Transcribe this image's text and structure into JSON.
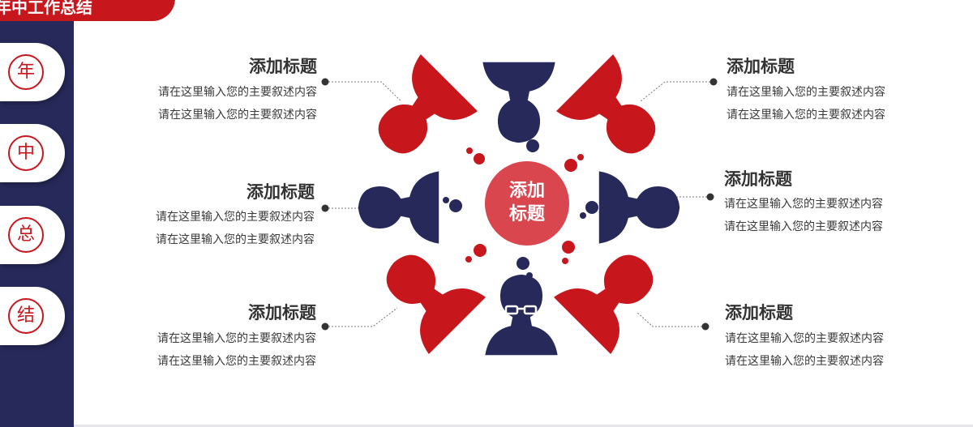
{
  "header": {
    "tab_text": "年中工作总结"
  },
  "sidebar": {
    "items": [
      {
        "label": "年"
      },
      {
        "label": "中"
      },
      {
        "label": "总"
      },
      {
        "label": "结"
      }
    ]
  },
  "center": {
    "line1": "添加",
    "line2": "标题"
  },
  "blocks": [
    {
      "title": "添加标题",
      "desc1": "请在这里输入您的主要叙述内容",
      "desc2": "请在这里输入您的主要叙述内容"
    },
    {
      "title": "添加标题",
      "desc1": "请在这里输入您的主要叙述内容",
      "desc2": "请在这里输入您的主要叙述内容"
    },
    {
      "title": "添加标题",
      "desc1": "请在这里输入您的主要叙述内容",
      "desc2": "请在这里输入您的主要叙述内容"
    },
    {
      "title": "添加标题",
      "desc1": "请在这里输入您的主要叙述内容",
      "desc2": "请在这里输入您的主要叙述内容"
    },
    {
      "title": "添加标题",
      "desc1": "请在这里输入您的主要叙述内容",
      "desc2": "请在这里输入您的主要叙述内容"
    },
    {
      "title": "添加标题",
      "desc1": "请在这里输入您的主要叙述内容",
      "desc2": "请在这里输入您的主要叙述内容"
    }
  ],
  "colors": {
    "red": "#c8161d",
    "navy": "#27295a",
    "center": "#d9464e"
  },
  "icons": [
    "person-silhouette-icon",
    "thought-bubble-icon"
  ]
}
